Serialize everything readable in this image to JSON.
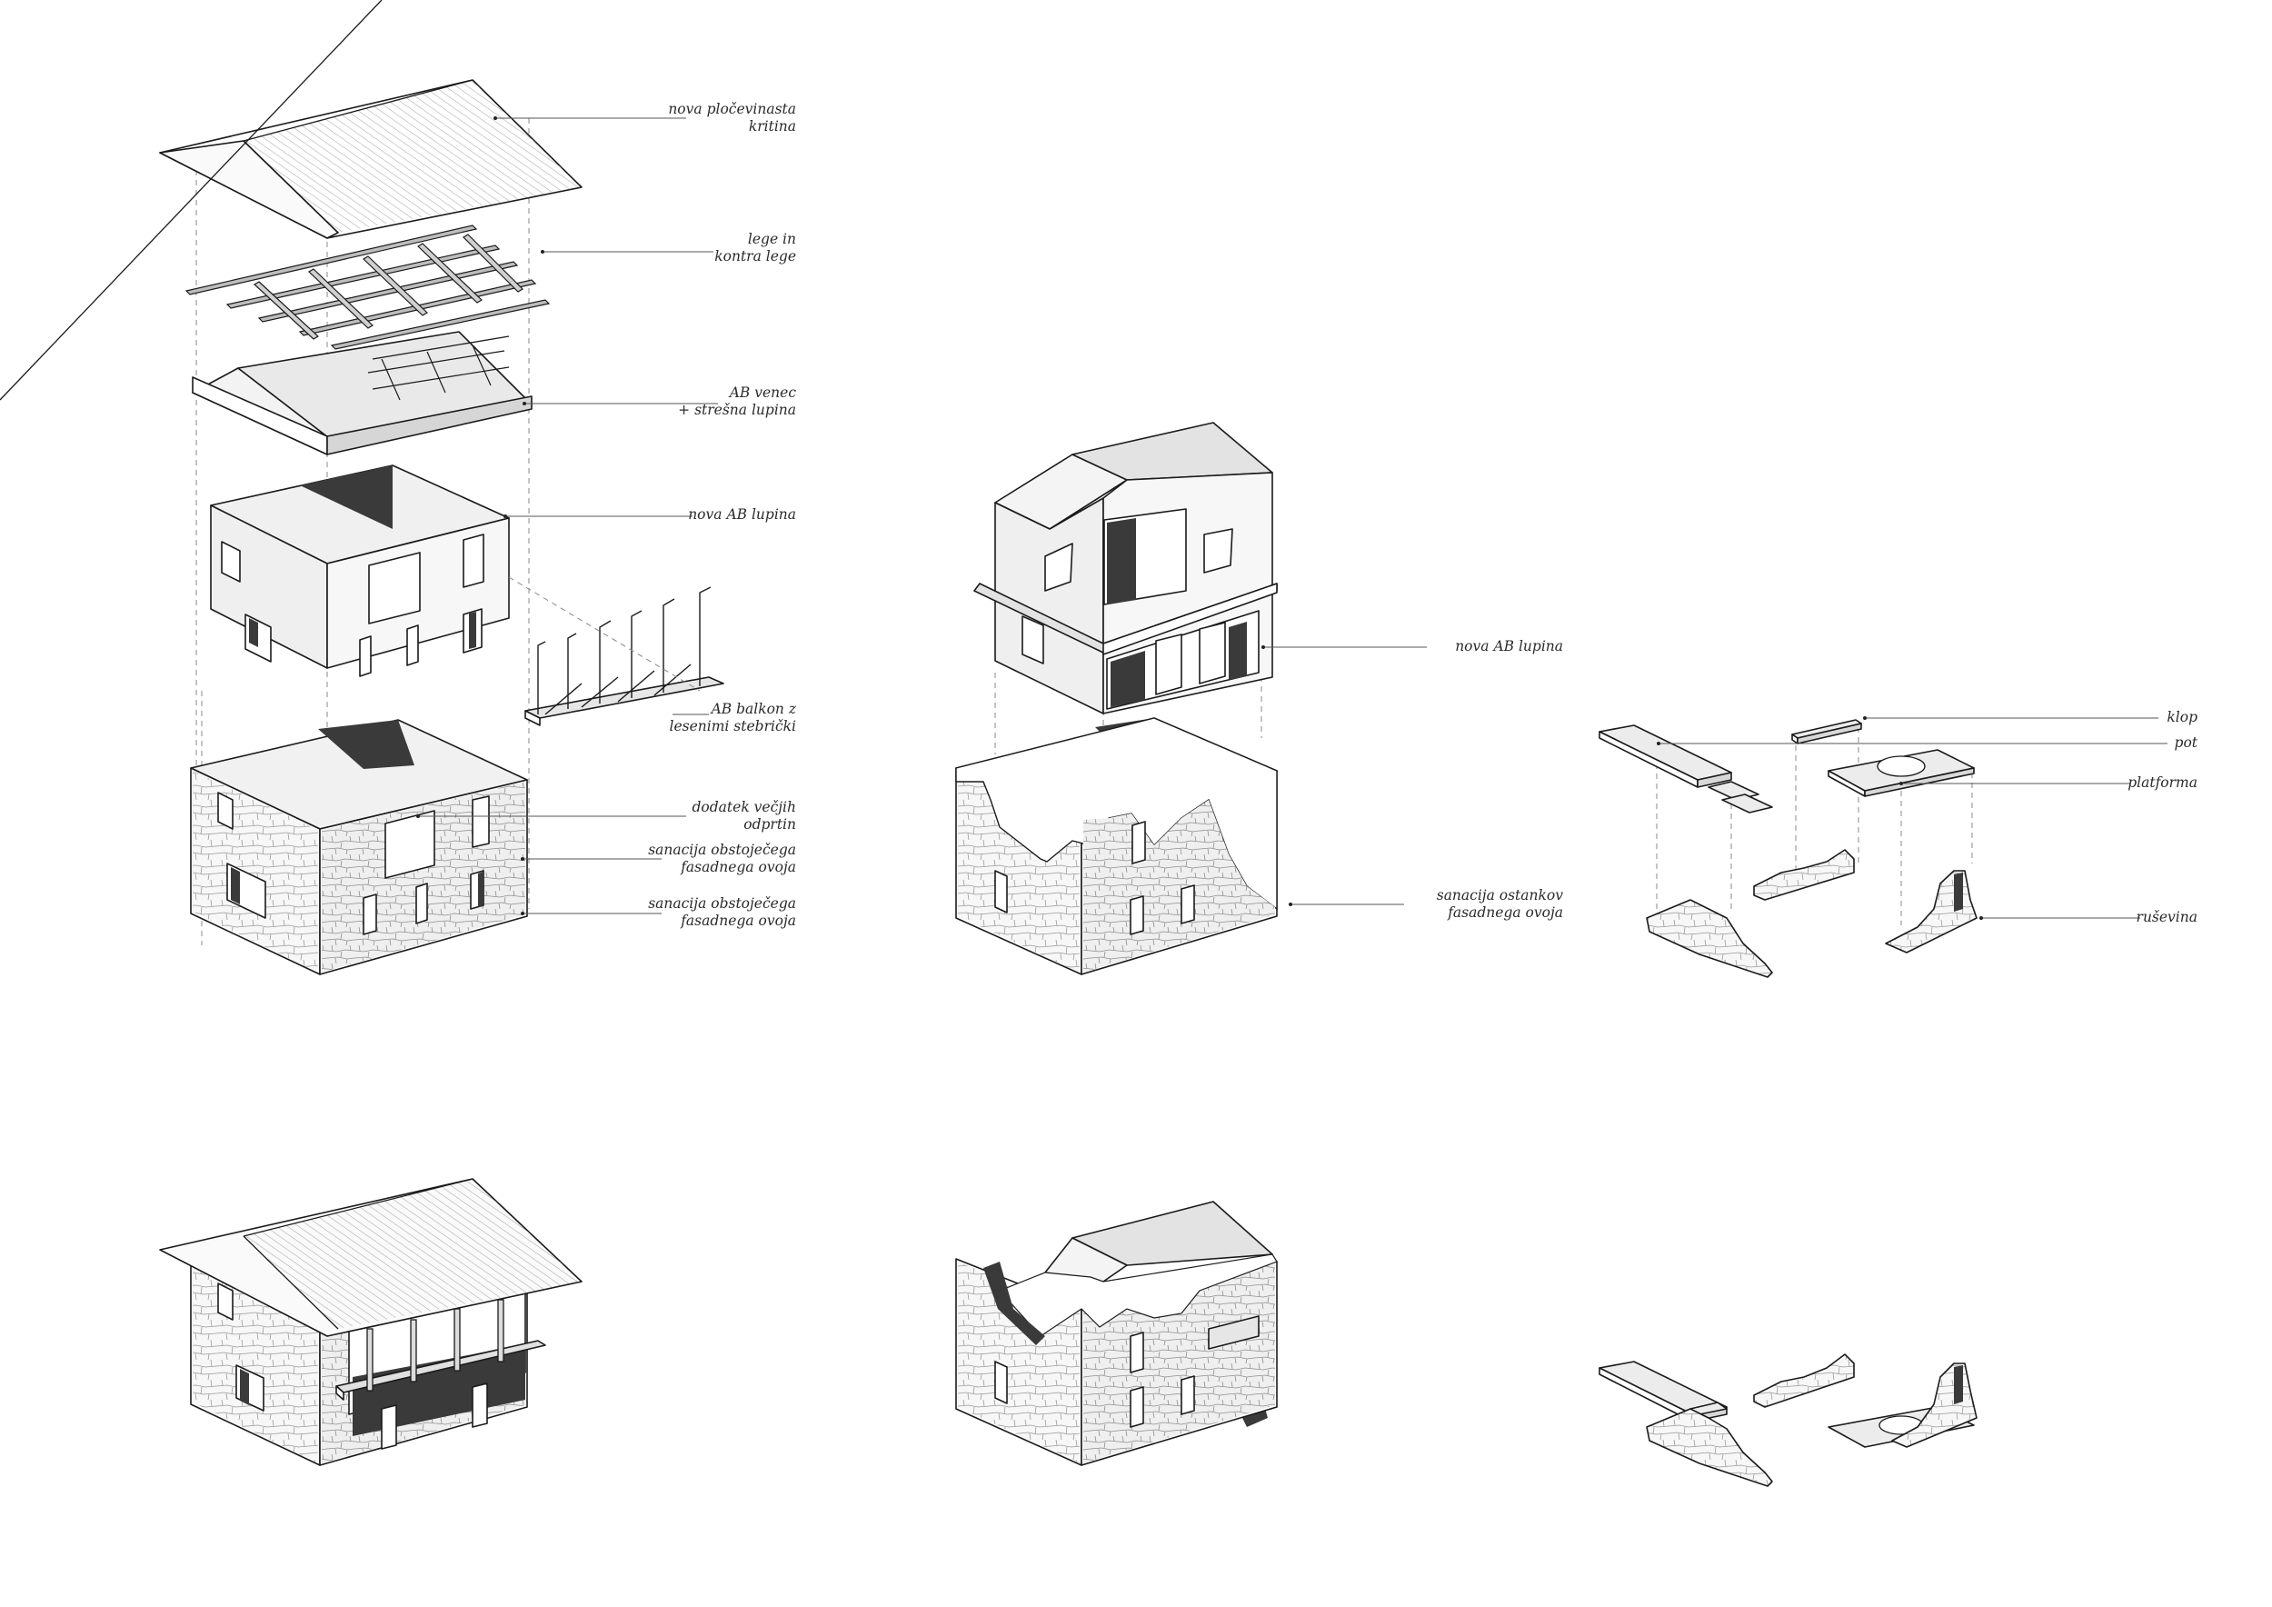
{
  "labels": {
    "roof_cover": [
      "nova pločevinasta",
      "kritina"
    ],
    "purlins": [
      "lege in",
      "kontra lege"
    ],
    "ring_beam": [
      "AB venec",
      "+ strešna lupina"
    ],
    "new_shell_left": [
      "nova AB lupina"
    ],
    "balcony": [
      "AB balkon z",
      "lesenimi stebrički"
    ],
    "openings": [
      "dodatek večjih",
      "odprtin"
    ],
    "facade_1": [
      "sanacija obstoječega",
      "fasadnega ovoja"
    ],
    "facade_2": [
      "sanacija obstoječega",
      "fasadnega ovoja"
    ],
    "new_shell_mid": [
      "nova AB lupina"
    ],
    "remains": [
      "sanacija ostankov",
      "fasadnega ovoja"
    ],
    "bench": [
      "klop"
    ],
    "path": [
      "pot"
    ],
    "platform": [
      "platforma"
    ],
    "ruin": [
      "ruševina"
    ]
  },
  "colors": {
    "line": "#1a1a1a",
    "shadow": "#3a3a3a",
    "concrete": "#e8e8e8",
    "paper": "#ffffff"
  },
  "icons": [
    "exploded-axonometric-house",
    "ruin-with-new-shell",
    "landscape-ruin-fragments"
  ]
}
